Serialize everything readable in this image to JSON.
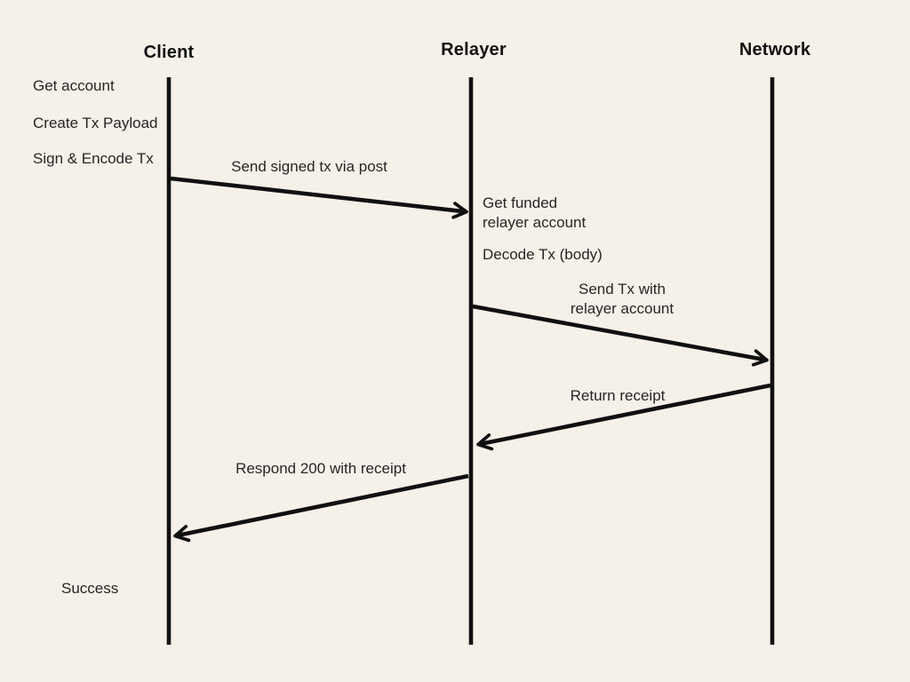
{
  "diagram": {
    "title_area": {
      "actors": [
        {
          "label": "Client"
        },
        {
          "label": "Relayer"
        },
        {
          "label": "Network"
        }
      ]
    },
    "client_notes": [
      {
        "text": "Get account"
      },
      {
        "text": "Create Tx Payload"
      },
      {
        "text": "Sign & Encode Tx"
      }
    ],
    "relayer_notes": [
      {
        "text": "Get funded\nrelayer account"
      },
      {
        "text": "Decode Tx (body)"
      }
    ],
    "messages": [
      {
        "from": "Client",
        "to": "Relayer",
        "label": "Send signed tx via post"
      },
      {
        "from": "Relayer",
        "to": "Network",
        "label": "Send Tx with\nrelayer account"
      },
      {
        "from": "Network",
        "to": "Relayer",
        "label": "Return receipt"
      },
      {
        "from": "Relayer",
        "to": "Client",
        "label": "Respond 200 with receipt"
      }
    ],
    "final_status": "Success",
    "colors": {
      "background": "#f5f0e8",
      "ink": "#101010",
      "text": "#262626"
    }
  }
}
